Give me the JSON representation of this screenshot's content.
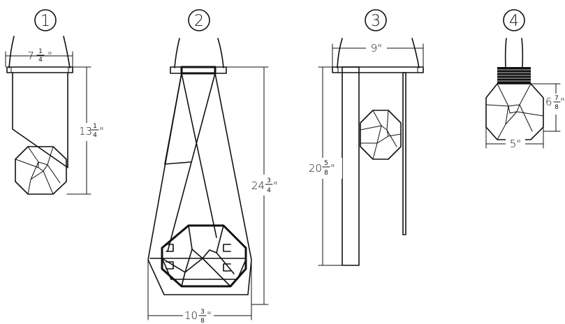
{
  "figures": [
    {
      "id": "1",
      "width_whole": "7",
      "width_num": "1",
      "width_den": "4",
      "height_whole": "13",
      "height_num": "1",
      "height_den": "4"
    },
    {
      "id": "2",
      "height_whole": "24",
      "height_num": "3",
      "height_den": "4",
      "width_whole": "10",
      "width_num": "3",
      "width_den": "8"
    },
    {
      "id": "3",
      "width_whole": "9\"",
      "height_whole": "20",
      "height_num": "5",
      "height_den": "8"
    },
    {
      "id": "4",
      "height_whole": "6",
      "height_num": "7",
      "height_den": "8",
      "width_whole": "5\""
    }
  ],
  "line_color": "#111111"
}
